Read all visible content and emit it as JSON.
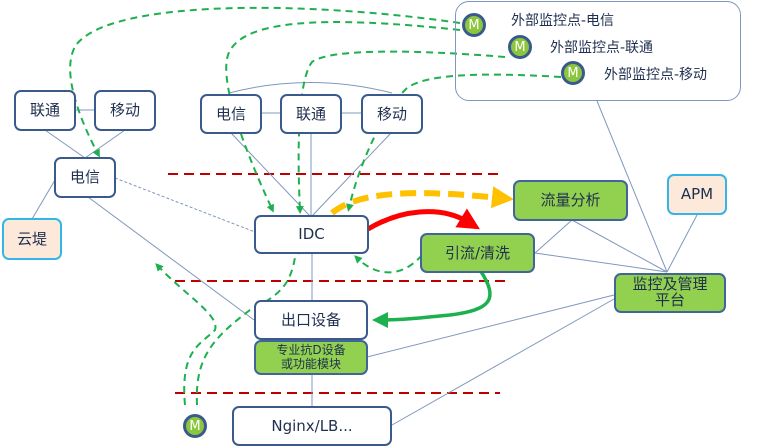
{
  "diagram": {
    "monitor_badge": "M",
    "external_monitors": [
      {
        "label": "外部监控点-电信"
      },
      {
        "label": "外部监控点-联通"
      },
      {
        "label": "外部监控点-移动"
      }
    ],
    "left_isp": {
      "unicom": "联通",
      "mobile": "移动",
      "telecom": "电信",
      "cloud_shield": "云堤"
    },
    "idc_isp": {
      "telecom": "电信",
      "unicom": "联通",
      "mobile": "移动"
    },
    "idc": "IDC",
    "traffic_analysis": "流量分析",
    "diversion": "引流/清洗",
    "apm": "APM",
    "monitor_platform": "监控及管理\n平台",
    "exit_device": "出口设备",
    "anti_ddos": "专业抗D设备\n或功能模块",
    "nginx": "Nginx/LB...",
    "colors": {
      "node_border": "#3a5a8c",
      "green_fill": "#92d050",
      "peach_fill": "#fce9da",
      "cyan_border": "#33b5e5",
      "link_line": "#7f97bd",
      "monitor_dash": "#1db04f",
      "zone_dash": "#c00000",
      "analysis_arrow": "#ffc000",
      "attack_arrow": "#ff0000",
      "return_arrow": "#1db04f"
    }
  }
}
